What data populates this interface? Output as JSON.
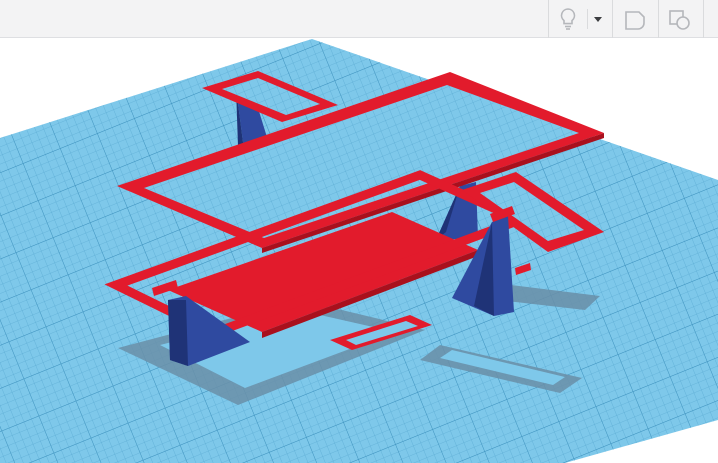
{
  "toolbar": {
    "buttons": [
      {
        "name": "notes-toggle",
        "icon": "lightbulb-icon"
      },
      {
        "name": "notes-menu",
        "icon": "caret-down-icon"
      },
      {
        "name": "group-shapes",
        "icon": "group-icon"
      },
      {
        "name": "ungroup-shapes",
        "icon": "ungroup-icon"
      }
    ]
  },
  "workplane": {
    "grid_color": "#7ec8ea",
    "grid_line_color": "#4fa2cc"
  },
  "model": {
    "frame_color": "#e21b2c",
    "frame_edge_color": "#a9101d",
    "support_color": "#2f4aa0",
    "support_shade_color": "#1f3377",
    "shadow_color": "#6a8fa8"
  }
}
